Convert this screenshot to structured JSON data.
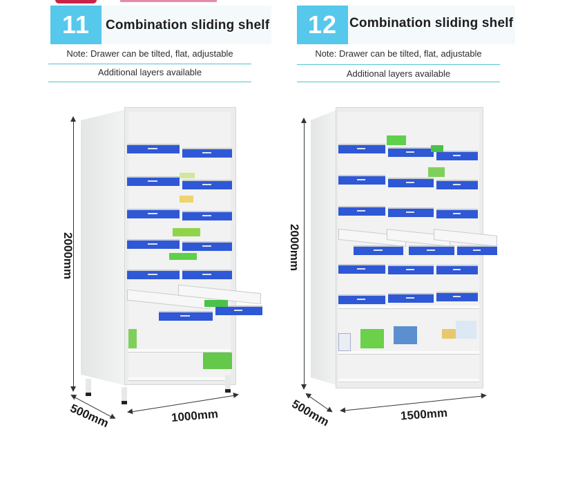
{
  "products": [
    {
      "number": "11",
      "title": "Combination sliding shelf",
      "note": "Note: Drawer can be tilted, flat, adjustable",
      "extra": "Additional layers available",
      "dimensions": {
        "height": "2000mm",
        "depth": "500mm",
        "width": "1000mm"
      }
    },
    {
      "number": "12",
      "title": "Combination sliding shelf",
      "note": "Note: Drawer can be tilted, flat, adjustable",
      "extra": "Additional layers available",
      "dimensions": {
        "height": "2000mm",
        "depth": "500mm",
        "width": "1500mm"
      }
    }
  ],
  "colors": {
    "badge": "#55c8ec",
    "drawer_front": "#2f58d6",
    "rule": "#4fc3d8",
    "cabinet": "#ebecec"
  }
}
